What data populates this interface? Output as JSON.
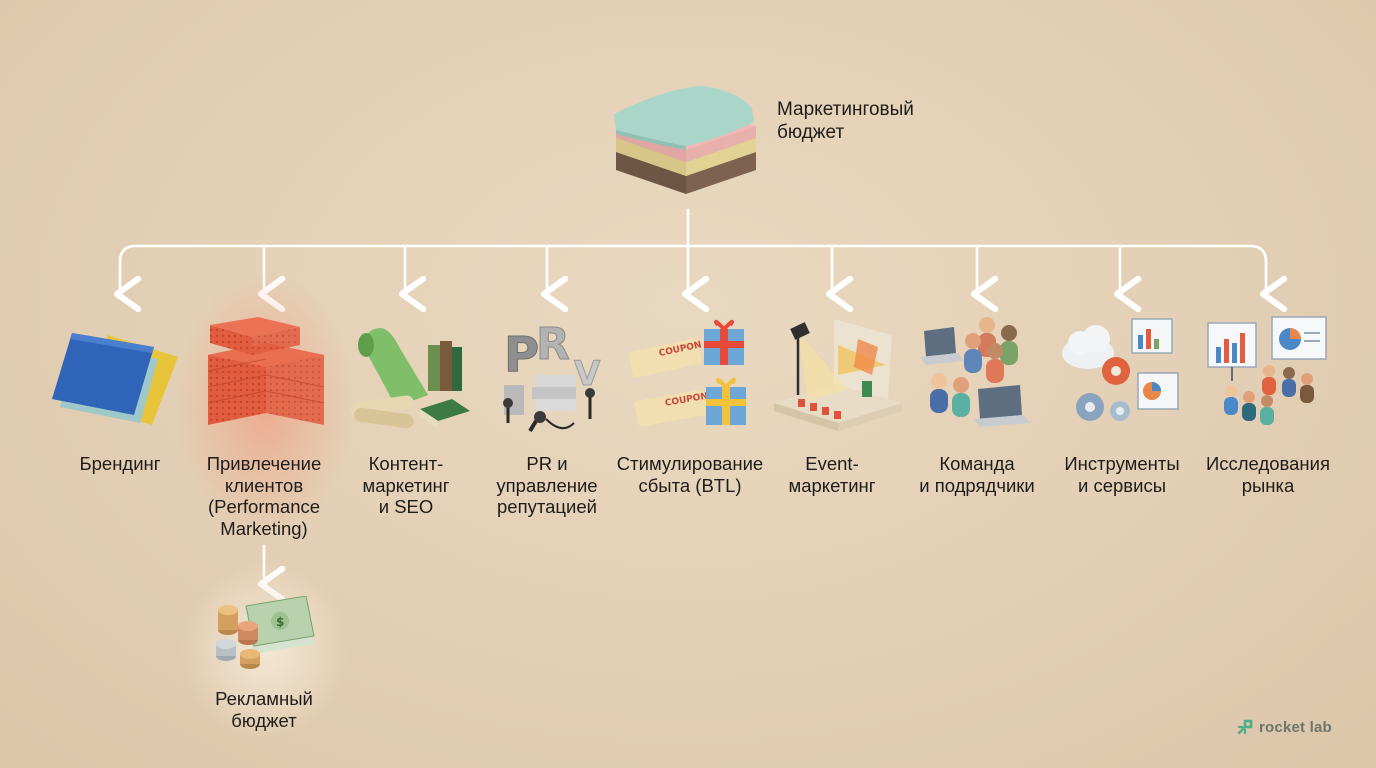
{
  "root": {
    "label": "Маркетинговый\nбюджет"
  },
  "children": [
    {
      "label": "Брендинг",
      "icon": "folders-icon"
    },
    {
      "label": "Привлечение\nклиентов\n(Performance\nMarketing)",
      "icon": "brick-stack-icon",
      "highlighted": true
    },
    {
      "label": "Контент-\nмаркетинг\nи SEO",
      "icon": "books-scroll-icon"
    },
    {
      "label": "PR и\nуправление\nрепутацией",
      "icon": "pr-letters-microphone-icon"
    },
    {
      "label": "Стимулирование\nсбыта (BTL)",
      "icon": "coupons-gifts-icon"
    },
    {
      "label": "Event-\nмаркетинг",
      "icon": "event-stage-icon"
    },
    {
      "label": "Команда\nи подрядчики",
      "icon": "team-laptops-icon"
    },
    {
      "label": "Инструменты\nи сервисы",
      "icon": "cloud-gears-icon"
    },
    {
      "label": "Исследования\nрынка",
      "icon": "presentation-audience-icon"
    }
  ],
  "sub_item": {
    "label": "Рекламный\nбюджет",
    "icon": "money-coins-icon"
  },
  "colors": {
    "connector": "#ffffff",
    "highlight_glow": "#f28c6e",
    "background": "#e6d3ba"
  },
  "brand": {
    "text": "rocket lab",
    "icon": "rocket-lab-logo-icon"
  }
}
